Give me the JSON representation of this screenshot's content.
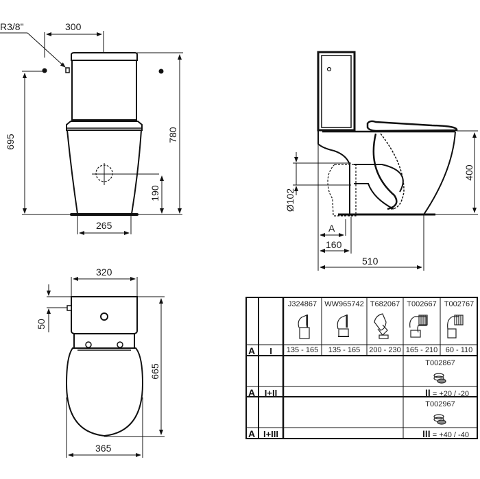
{
  "front_view": {
    "dimensions": {
      "inlet_thread": "R3/8\"",
      "inlet_offset": "300",
      "inlet_height": "695",
      "total_height": "780",
      "outlet_height": "190",
      "base_width": "265"
    }
  },
  "side_view": {
    "dimensions": {
      "seat_height": "400",
      "outlet_diameter": "Ø102",
      "outlet_distance_label": "A",
      "outlet_distance": "160",
      "total_depth": "510"
    }
  },
  "top_view": {
    "dimensions": {
      "cistern_width": "320",
      "inlet_offset": "50",
      "total_length": "665",
      "bowl_width": "365"
    }
  },
  "connector_table": {
    "rows": [
      {
        "col_a": "A",
        "col_config": "I",
        "connectors": [
          {
            "code": "J324867",
            "range": "135 - 165"
          },
          {
            "code": "WW965742",
            "range": "135 - 165"
          },
          {
            "code": "T682067",
            "range": "200 - 230"
          },
          {
            "code": "T002667",
            "range": "165 - 210"
          },
          {
            "code": "T002767",
            "range": "60 - 110"
          }
        ]
      },
      {
        "col_a": "A",
        "col_config": "I+II",
        "extension_code": "T002867",
        "extension_label": "II",
        "extension_value": "= +20 / -20"
      },
      {
        "col_a": "A",
        "col_config": "I+III",
        "extension_code": "T002967",
        "extension_label": "III",
        "extension_value": "= +40 / -40"
      }
    ]
  }
}
